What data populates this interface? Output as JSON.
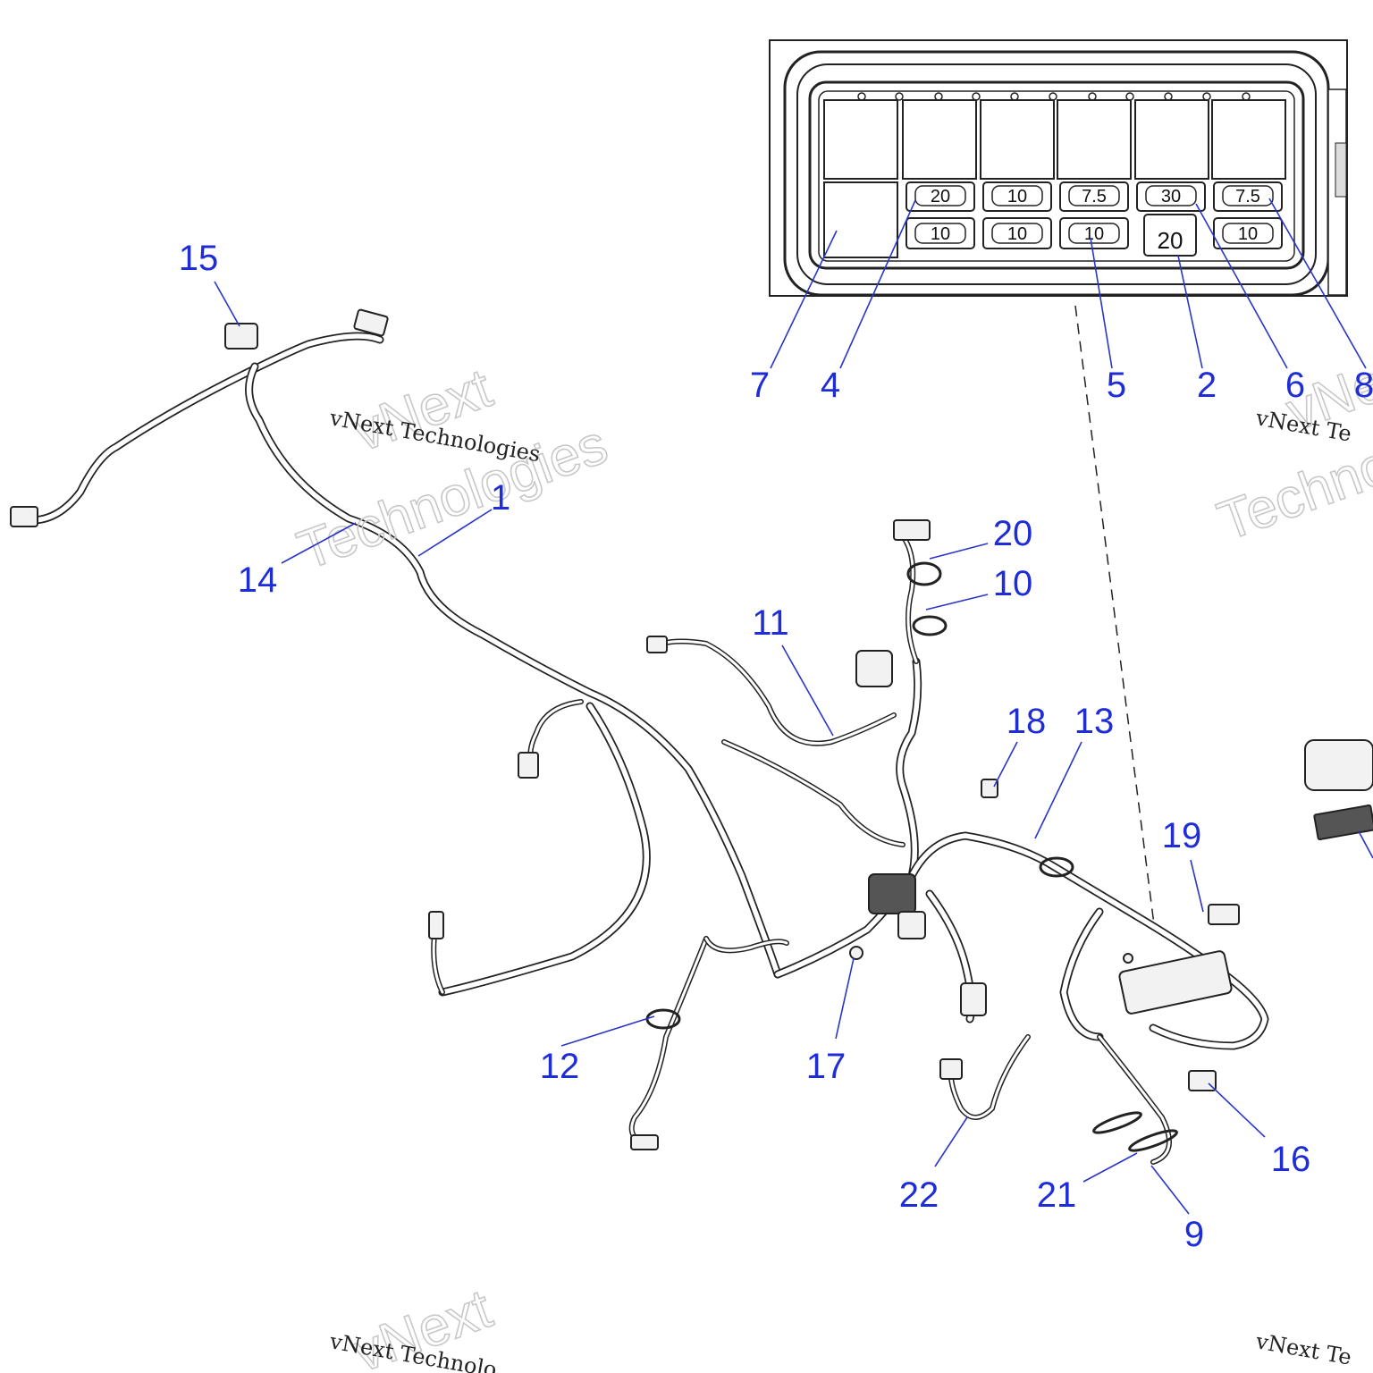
{
  "callouts": [
    {
      "label": "1"
    },
    {
      "label": "2"
    },
    {
      "label": "4"
    },
    {
      "label": "5"
    },
    {
      "label": "6"
    },
    {
      "label": "7"
    },
    {
      "label": "8"
    },
    {
      "label": "9"
    },
    {
      "label": "10"
    },
    {
      "label": "11"
    },
    {
      "label": "12"
    },
    {
      "label": "13"
    },
    {
      "label": "14"
    },
    {
      "label": "15"
    },
    {
      "label": "16"
    },
    {
      "label": "17"
    },
    {
      "label": "18"
    },
    {
      "label": "19"
    },
    {
      "label": "20"
    },
    {
      "label": "21"
    },
    {
      "label": "22"
    }
  ],
  "fuse_box": {
    "top_row": [
      "20",
      "10",
      "7.5",
      "30",
      "7.5"
    ],
    "bottom_row": [
      "10",
      "10",
      "10",
      "20",
      "10"
    ]
  },
  "watermarks": {
    "line": "vNext Technologies",
    "outline_top": "vNext",
    "outline_bottom": "Technologies",
    "truncated_right": "vNext Te",
    "truncated_right_outline_top": "vNe",
    "truncated_right_outline_bottom": "Technolo",
    "truncated_bottom": "vNext Technolo",
    "truncated_bottom_right": "vNext Te"
  },
  "colors": {
    "callout": "#1f2dd6",
    "line_art": "#222222",
    "watermark_outline": "#c8c8c8"
  }
}
